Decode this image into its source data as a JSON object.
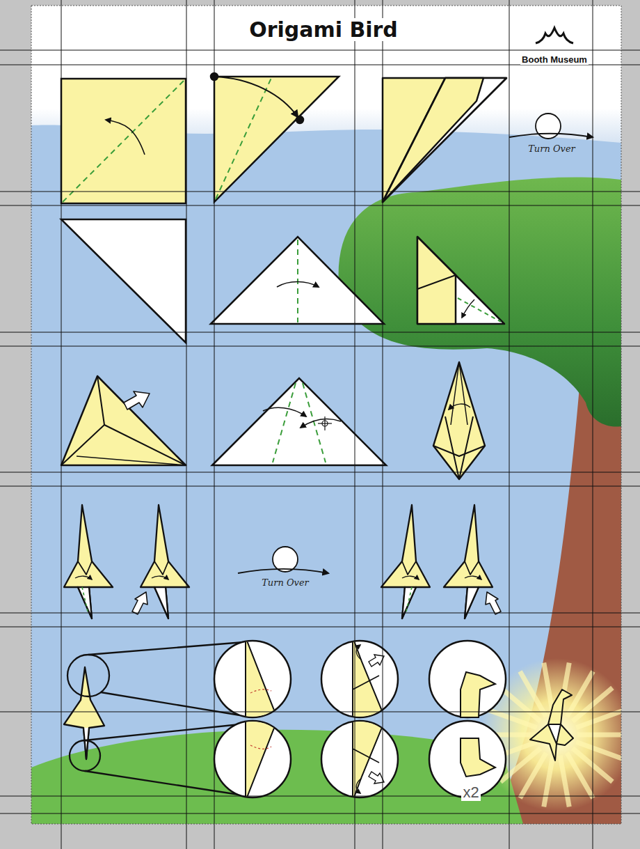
{
  "diagram": {
    "title": "Origami Bird",
    "labels": [
      "Booth Museum",
      "Turn Over",
      "Turn Over",
      "x2"
    ]
  }
}
